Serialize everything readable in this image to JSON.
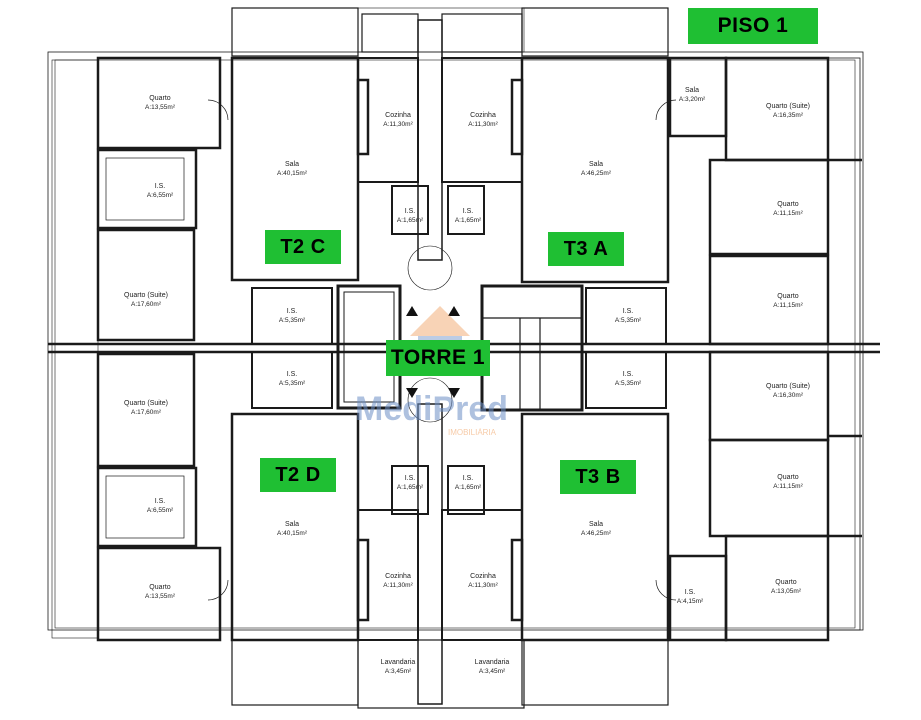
{
  "floor_label": "PISO 1",
  "tower_label": "TORRE 1",
  "units": {
    "t2c": "T2 C",
    "t3a": "T3 A",
    "t2d": "T2 D",
    "t3b": "T3 B"
  },
  "watermark": {
    "brand": "MediPred",
    "sub": "IMOBILIÁRIA"
  },
  "colors": {
    "tag_green": "#1fbf33",
    "wall": "#1a1a1a",
    "watermark_blue": "#6c8fc6",
    "watermark_orange": "#f0a060"
  },
  "rooms": {
    "quarto_tl": {
      "name": "Quarto",
      "area": "A:13,55m²"
    },
    "is_l1": {
      "name": "I.S.",
      "area": "A:6,55m²"
    },
    "quarto_suite_l1": {
      "name": "Quarto (Suite)",
      "area": "A:17,60m²"
    },
    "quarto_suite_l2": {
      "name": "Quarto (Suite)",
      "area": "A:17,60m²"
    },
    "is_l2": {
      "name": "I.S.",
      "area": "A:6,55m²"
    },
    "quarto_bl": {
      "name": "Quarto",
      "area": "A:13,55m²"
    },
    "sala_t2c": {
      "name": "Sala",
      "area": "A:40,15m²"
    },
    "sala_t2d": {
      "name": "Sala",
      "area": "A:40,15m²"
    },
    "cozinha_tl": {
      "name": "Cozinha",
      "area": "A:11,30m²"
    },
    "cozinha_tr": {
      "name": "Cozinha",
      "area": "A:11,30m²"
    },
    "cozinha_bl": {
      "name": "Cozinha",
      "area": "A:11,30m²"
    },
    "cozinha_br": {
      "name": "Cozinha",
      "area": "A:11,30m²"
    },
    "is_ctl": {
      "name": "I.S.",
      "area": "A:1,65m²"
    },
    "is_ctr": {
      "name": "I.S.",
      "area": "A:1,65m²"
    },
    "is_cbl": {
      "name": "I.S.",
      "area": "A:1,65m²"
    },
    "is_cbr": {
      "name": "I.S.",
      "area": "A:1,65m²"
    },
    "is_ml1": {
      "name": "I.S.",
      "area": "A:5,35m²"
    },
    "is_ml2": {
      "name": "I.S.",
      "area": "A:5,35m²"
    },
    "is_mr1": {
      "name": "I.S.",
      "area": "A:5,35m²"
    },
    "is_mr2": {
      "name": "I.S.",
      "area": "A:5,35m²"
    },
    "sala_t3a": {
      "name": "Sala",
      "area": "A:46,25m²"
    },
    "sala_t3b": {
      "name": "Sala",
      "area": "A:46,25m²"
    },
    "sala_small": {
      "name": "Sala",
      "area": "A:3,20m²"
    },
    "quarto_suite_r1": {
      "name": "Quarto (Suite)",
      "area": "A:16,35m²"
    },
    "quarto_r1": {
      "name": "Quarto",
      "area": "A:11,15m²"
    },
    "quarto_r2": {
      "name": "Quarto",
      "area": "A:11,15m²"
    },
    "quarto_suite_r2": {
      "name": "Quarto (Suite)",
      "area": "A:16,30m²"
    },
    "quarto_r3": {
      "name": "Quarto",
      "area": "A:11,15m²"
    },
    "is_r": {
      "name": "I.S.",
      "area": "A:4,15m²"
    },
    "quarto_br": {
      "name": "Quarto",
      "area": "A:13,05m²"
    },
    "lavandaria_l": {
      "name": "Lavandaria",
      "area": "A:3,45m²"
    },
    "lavandaria_r": {
      "name": "Lavandaria",
      "area": "A:3,45m²"
    }
  }
}
